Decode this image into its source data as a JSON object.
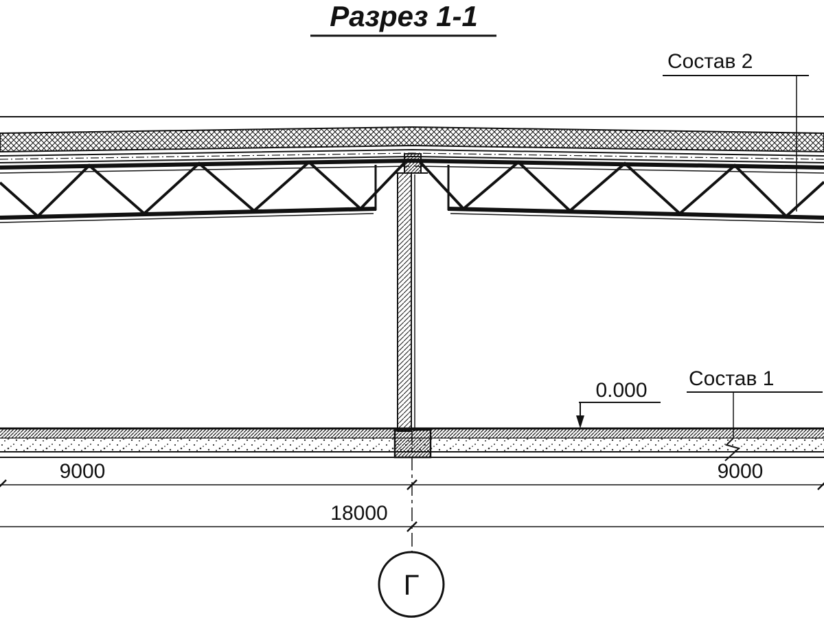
{
  "title": "Разрез 1-1",
  "callouts": {
    "composition_2": "Состав 2",
    "composition_1": "Состав 1"
  },
  "elevation_mark": "0.000",
  "dimensions": {
    "bay_left": "9000",
    "bay_right": "9000",
    "total": "18000"
  },
  "grid_axis": "Г",
  "colors": {
    "ink": "#111111",
    "background": "#ffffff"
  }
}
